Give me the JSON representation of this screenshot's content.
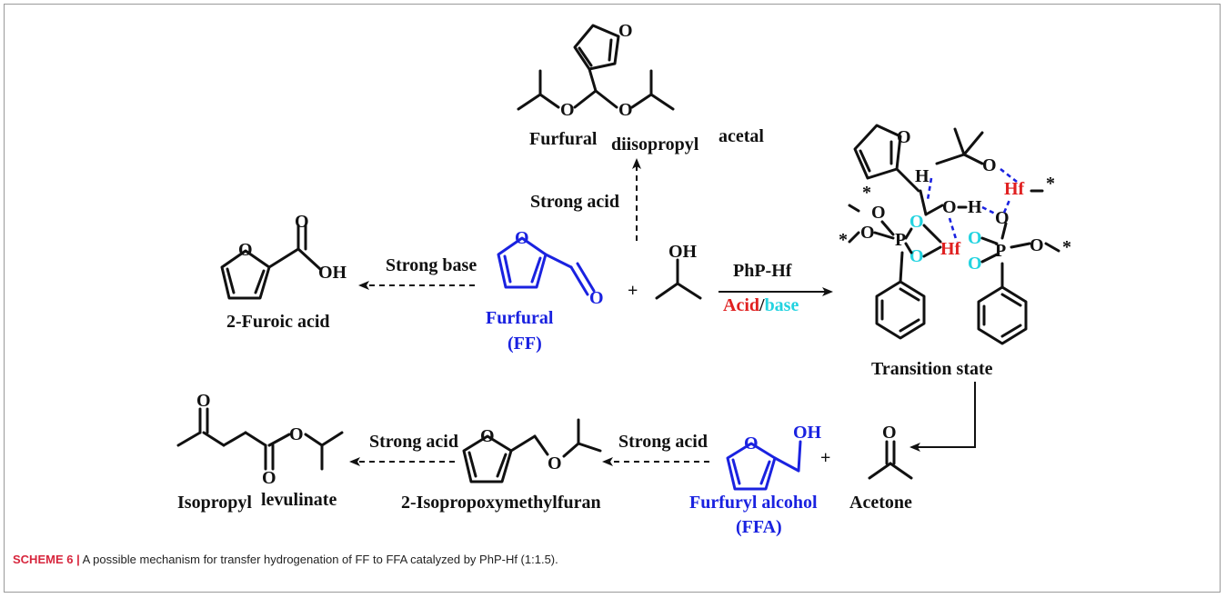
{
  "labels": {
    "acetal": {
      "part1": "Furfural",
      "part2": "diisopropyl",
      "part3": "acetal"
    },
    "strong_acid_up": "Strong acid",
    "strong_base": "Strong base",
    "furoic_acid": "2-Furoic acid",
    "furfural": "Furfural",
    "ff": "(FF)",
    "plus1": "+",
    "catalyst": "PhP-Hf",
    "acid": "Acid",
    "slash": "/",
    "base": "base",
    "transition_state": "Transition state",
    "isopropyl_levulinate": {
      "part1": "Isopropyl",
      "part2": "levulinate"
    },
    "strong_acid_left1": "Strong acid",
    "isopropoxymethylfuran": "2-Isopropoxymethylfuran",
    "strong_acid_left2": "Strong acid",
    "furfuryl_alcohol": "Furfuryl alcohol",
    "ffa": "(FFA)",
    "plus2": "+",
    "acetone": "Acetone"
  },
  "atoms": {
    "O": "O",
    "OH": "OH",
    "H": "H",
    "P": "P",
    "Hf": "Hf",
    "star": "*"
  },
  "caption": {
    "tag": "SCHEME 6 |",
    "text": " A possible mechanism for transfer hydrogenation of FF to FFA catalyzed by PhP-Hf (1:1.5)."
  },
  "colors": {
    "highlight_blue": "#1a22e0",
    "acid_red": "#e02020",
    "base_cyan": "#22d3e0",
    "caption_tag": "#d7263d"
  }
}
